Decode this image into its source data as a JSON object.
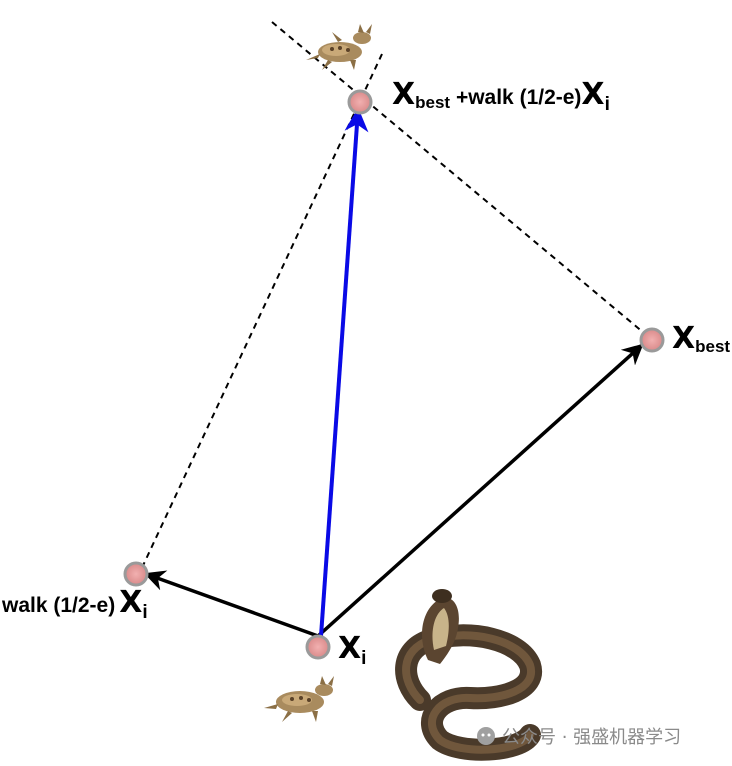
{
  "colors": {
    "vector_black": "#000000",
    "vector_blue": "#0a0ae6",
    "point_fill": "#e89a9a",
    "point_stroke": "#9a9a9a",
    "watermark": "#8a8a8a"
  },
  "labels": {
    "target_x": "X",
    "target_sub": "best",
    "target_rest": " +walk (1/2-e)",
    "target_x2": "X",
    "target_sub2": "i",
    "best_x": "X",
    "best_sub": "best",
    "walk_prefix": "walk (1/2-e)",
    "walk_x": "X",
    "walk_sub": "i",
    "current_x": "X",
    "current_sub": "i"
  },
  "icons": {
    "lizard_top": "horned-lizard-icon",
    "lizard_bottom": "horned-lizard-icon",
    "snake": "cobra-icon",
    "wechat": "wechat-icon"
  },
  "watermark": {
    "text": "公众号 · 强盛机器学习"
  }
}
